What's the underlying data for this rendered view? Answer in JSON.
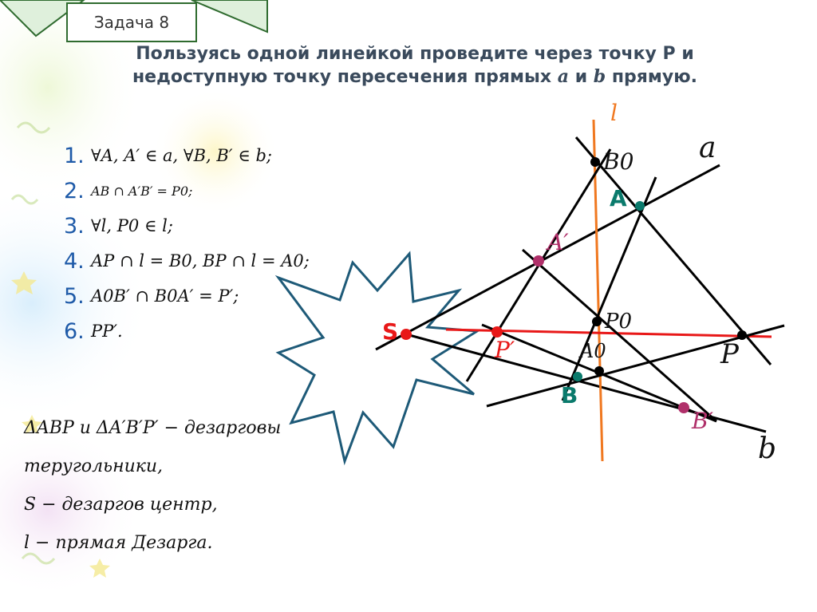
{
  "task": {
    "badge": "Задача 8"
  },
  "headline": {
    "line1": "Пользуясь одной линейкой проведите через точку Р и",
    "line2_part1": "недоступную точку пересечения прямых ",
    "line_a": "a",
    "line2_part2": " и ",
    "line_b": "b",
    "line2_part3": " прямую."
  },
  "steps": [
    {
      "num": "1.",
      "formula": "∀A, A′ ∈ a, ∀B, B′ ∈ b;"
    },
    {
      "num": "2.",
      "formula": "AB ∩ A′B′ = P0;"
    },
    {
      "num": "3.",
      "formula": "∀l,  P0 ∈ l;"
    },
    {
      "num": "4.",
      "formula": "AP ∩ l = B0, BP ∩ l = A0;"
    },
    {
      "num": "5.",
      "formula": "A0B′ ∩ B0A′ = P′;"
    },
    {
      "num": "6.",
      "formula": "PP′."
    }
  ],
  "notes": [
    "ΔABP и ΔA′B′P′ − дезарговы",
    "теругольники,",
    "S − дезаргов центр,",
    "l − прямая Дезарга."
  ],
  "diagram": {
    "labels": {
      "a": "a",
      "b": "b",
      "l": "l",
      "A": "A",
      "A_prime": "A′",
      "B": "B",
      "B_prime": "B′",
      "P": "P",
      "P_prime": "P′",
      "S": "S",
      "B0": "B0",
      "A0": "A0",
      "P0": "P0"
    },
    "colors": {
      "line": "#000000",
      "line_l": "#f07820",
      "line_pp": "#e81818",
      "point_green": "#0a7a6c",
      "point_magenta": "#b0306a",
      "point_red": "#e81818",
      "starburst": "#1e5a78"
    }
  }
}
